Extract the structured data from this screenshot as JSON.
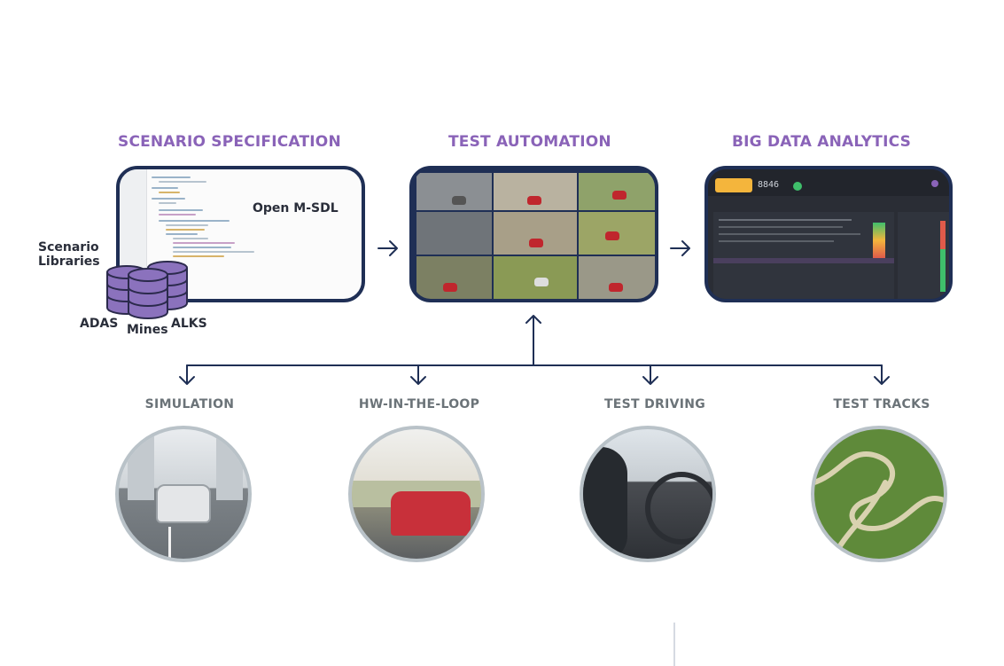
{
  "headers": {
    "scenario": "SCENARIO SPECIFICATION",
    "automation": "TEST AUTOMATION",
    "analytics": "BIG DATA ANALYTICS"
  },
  "scenario_panel": {
    "language_label": "Open M-SDL"
  },
  "libraries": {
    "title_line1": "Scenario",
    "title_line2": "Libraries",
    "items": [
      "ADAS",
      "Mines",
      "ALKS"
    ]
  },
  "analytics_panel": {
    "metric_value": "8846"
  },
  "platforms": [
    {
      "label": "SIMULATION"
    },
    {
      "label": "HW-IN-THE-LOOP"
    },
    {
      "label": "TEST DRIVING"
    },
    {
      "label": "TEST TRACKS"
    }
  ],
  "colors": {
    "header_purple": "#8a63b8",
    "navy": "#1f2f55",
    "db_purple": "#8b72bd",
    "gray_label": "#6b7378",
    "circle_border": "#b9c2c8"
  },
  "icons": {
    "flow_arrow": "right-arrow-icon",
    "database": "database-stack-icon"
  }
}
